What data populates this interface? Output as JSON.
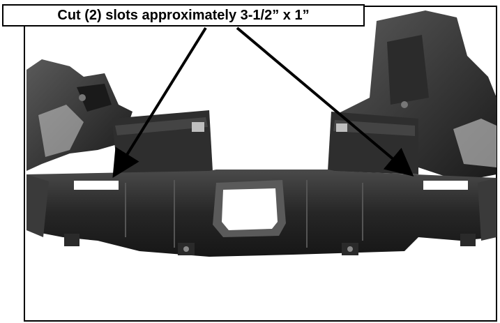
{
  "callout": {
    "text": "Cut (2) slots approximately 3-1/2” x 1”"
  },
  "photo": {
    "subject": "splash shield / lower radiator support panel",
    "slot_count": 2
  },
  "colors": {
    "background": "#ffffff",
    "panel_dark": "#1c1c1c",
    "panel_mid": "#3a3a3a",
    "panel_light": "#6e6e6e",
    "slot": "#ffffff",
    "arrow": "#000000"
  },
  "icons": {
    "arrows": "arrow-icon"
  }
}
